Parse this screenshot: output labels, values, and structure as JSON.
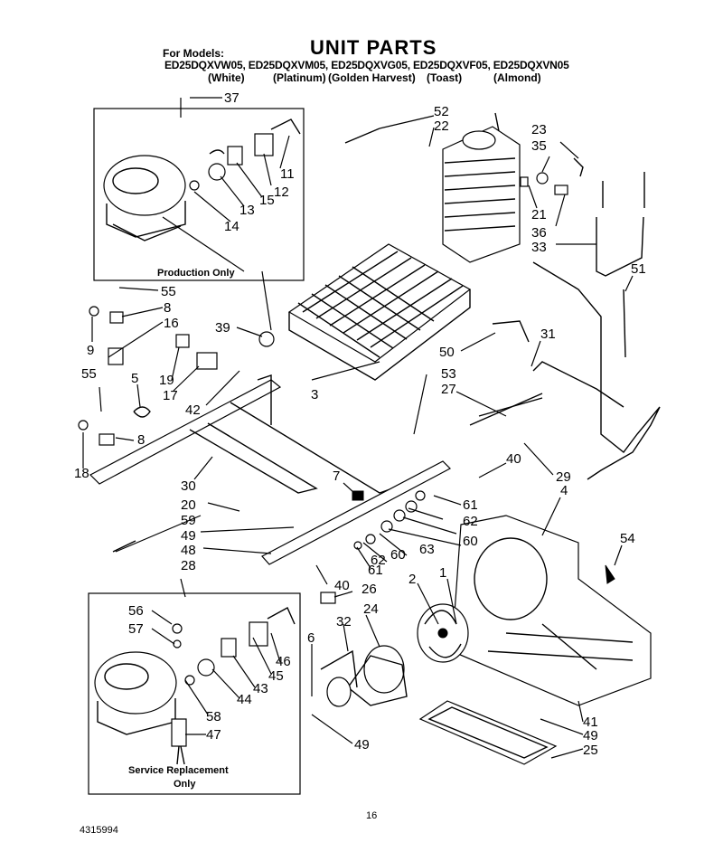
{
  "header": {
    "title": "UNIT PARTS",
    "for_models": "For Models:",
    "models_line": "ED25DQXVW05, ED25DQXVM05, ED25DQXVG05, ED25DQXVF05, ED25DQXVN05",
    "colors": [
      "(White)",
      "(Platinum)",
      "(Golden Harvest)",
      "(Toast)",
      "(Almond)"
    ]
  },
  "boxes": {
    "production": "Production Only",
    "service_line1": "Service Replacement",
    "service_line2": "Only"
  },
  "callouts": [
    "37",
    "52",
    "22",
    "23",
    "35",
    "11",
    "12",
    "15",
    "13",
    "14",
    "21",
    "36",
    "33",
    "51",
    "55",
    "8",
    "16",
    "9",
    "39",
    "50",
    "31",
    "19",
    "17",
    "42",
    "5",
    "3",
    "53",
    "27",
    "55b",
    "8b",
    "18",
    "40",
    "29",
    "30",
    "7",
    "61",
    "4",
    "20",
    "59",
    "49",
    "62",
    "60",
    "63",
    "54",
    "48",
    "60b",
    "62b",
    "61b",
    "40b",
    "26",
    "28",
    "2",
    "1",
    "56",
    "32",
    "24",
    "57",
    "46",
    "45",
    "43",
    "44",
    "6",
    "58",
    "47",
    "41",
    "49b",
    "25",
    "49c"
  ],
  "callout_text": {
    "37": "37",
    "52": "52",
    "22": "22",
    "23": "23",
    "35": "35",
    "11": "11",
    "12": "12",
    "15": "15",
    "13": "13",
    "14": "14",
    "21": "21",
    "36": "36",
    "33": "33",
    "51": "51",
    "55": "55",
    "8": "8",
    "16": "16",
    "9": "9",
    "39": "39",
    "50": "50",
    "31": "31",
    "19": "19",
    "17": "17",
    "42": "42",
    "5": "5",
    "3": "3",
    "53": "53",
    "27": "27",
    "55b": "55",
    "8b": "8",
    "18": "18",
    "40": "40",
    "29": "29",
    "30": "30",
    "7": "7",
    "61": "61",
    "4": "4",
    "20": "20",
    "59": "59",
    "49": "49",
    "62": "62",
    "60": "60",
    "63": "63",
    "54": "54",
    "48": "48",
    "60b": "60",
    "62b": "62",
    "61b": "61",
    "40b": "40",
    "26": "26",
    "28": "28",
    "2": "2",
    "1": "1",
    "56": "56",
    "32": "32",
    "24": "24",
    "57": "57",
    "46": "46",
    "45": "45",
    "43": "43",
    "44": "44",
    "6": "6",
    "58": "58",
    "47": "47",
    "41": "41",
    "49b": "49",
    "25": "25",
    "49c": "49"
  },
  "footer": {
    "doc_number": "4315994",
    "page_number": "16"
  }
}
